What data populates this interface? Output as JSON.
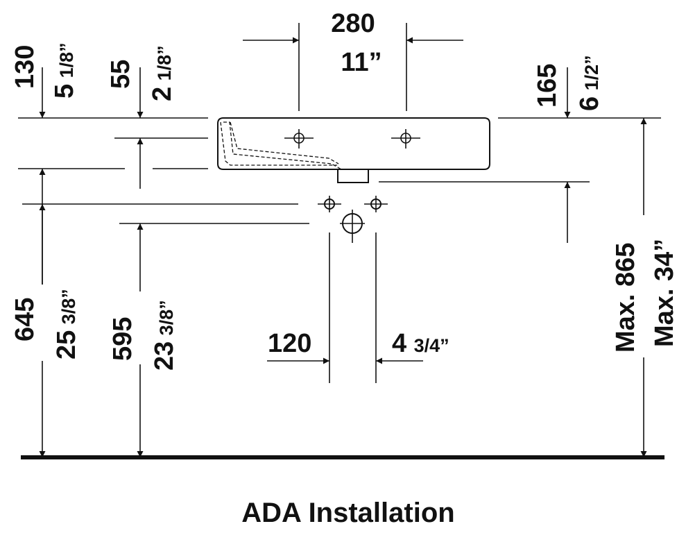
{
  "dimensions": {
    "width_mm": "280",
    "width_in": "11”",
    "top_mm": "130",
    "top_in_whole": "5",
    "top_in_frac": "1/8”",
    "bowl_mm": "55",
    "bowl_in_whole": "2",
    "bowl_in_frac": "1/8”",
    "outlet_mm": "165",
    "outlet_in_whole": "6",
    "outlet_in_frac": "1/2”",
    "supply_mm": "645",
    "supply_in_whole": "25",
    "supply_in_frac": "3/8”",
    "drain_mm": "595",
    "drain_in_whole": "23",
    "drain_in_frac": "3/8”",
    "spacing_mm": "120",
    "spacing_in_whole": "4",
    "spacing_in_frac": "3/4”",
    "max_mm": "Max. 865",
    "max_in": "Max. 34”"
  },
  "title": "ADA Installation"
}
